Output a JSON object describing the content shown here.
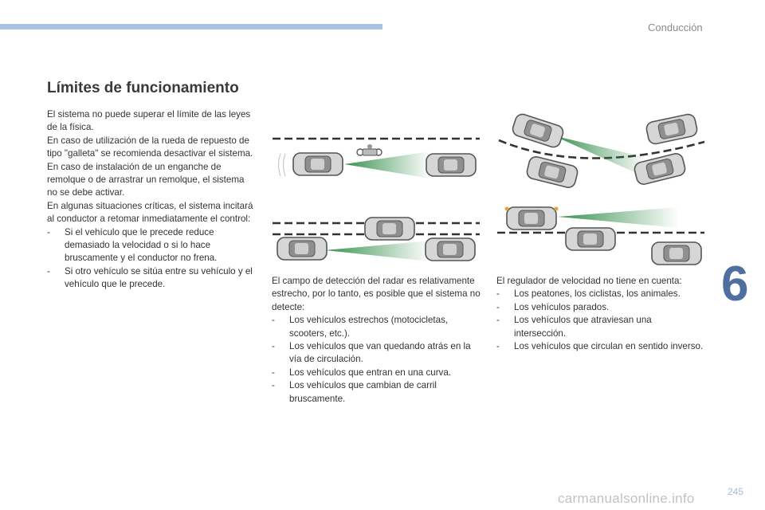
{
  "header": {
    "section": "Conducción"
  },
  "title": "Límites de funcionamiento",
  "col1": {
    "paragraphs": [
      "El sistema no puede superar el límite de las leyes de la física.",
      "En caso de utilización de la rueda de repuesto de tipo \"galleta\" se recomienda desactivar el sistema.",
      "En caso de instalación de un enganche de remolque o de arrastrar un remolque, el sistema no se debe activar.",
      "En algunas situaciones críticas, el sistema incitará al conductor a retomar inmediatamente el control:"
    ],
    "items": [
      "Si el vehículo que le precede reduce demasiado la velocidad o si lo hace bruscamente y el conductor no frena.",
      "Si otro vehículo se sitúa entre su vehículo y el vehículo que le precede."
    ]
  },
  "col2": {
    "intro": "El campo de detección del radar es relativamente estrecho, por lo tanto, es posible que el sistema no detecte:",
    "items": [
      "Los vehículos estrechos (motocicletas, scooters, etc.).",
      "Los vehículos que van quedando atrás en la vía de circulación.",
      "Los vehículos que entran en una curva.",
      "Los vehículos que cambian de carril bruscamente."
    ]
  },
  "col3": {
    "intro": "El regulador de velocidad no tiene en cuenta:",
    "items": [
      "Los peatones, los ciclistas, los animales.",
      "Los vehículos parados.",
      "Los vehículos que atraviesan una intersección.",
      "Los vehículos que circulan en sentido inverso."
    ]
  },
  "chapter_number": "6",
  "page_number": "245",
  "watermark": "carmanualsonline.info",
  "colors": {
    "accent": "#a9c3e3",
    "chapter": "#4f6f9f",
    "radar": "#2e8b45"
  }
}
